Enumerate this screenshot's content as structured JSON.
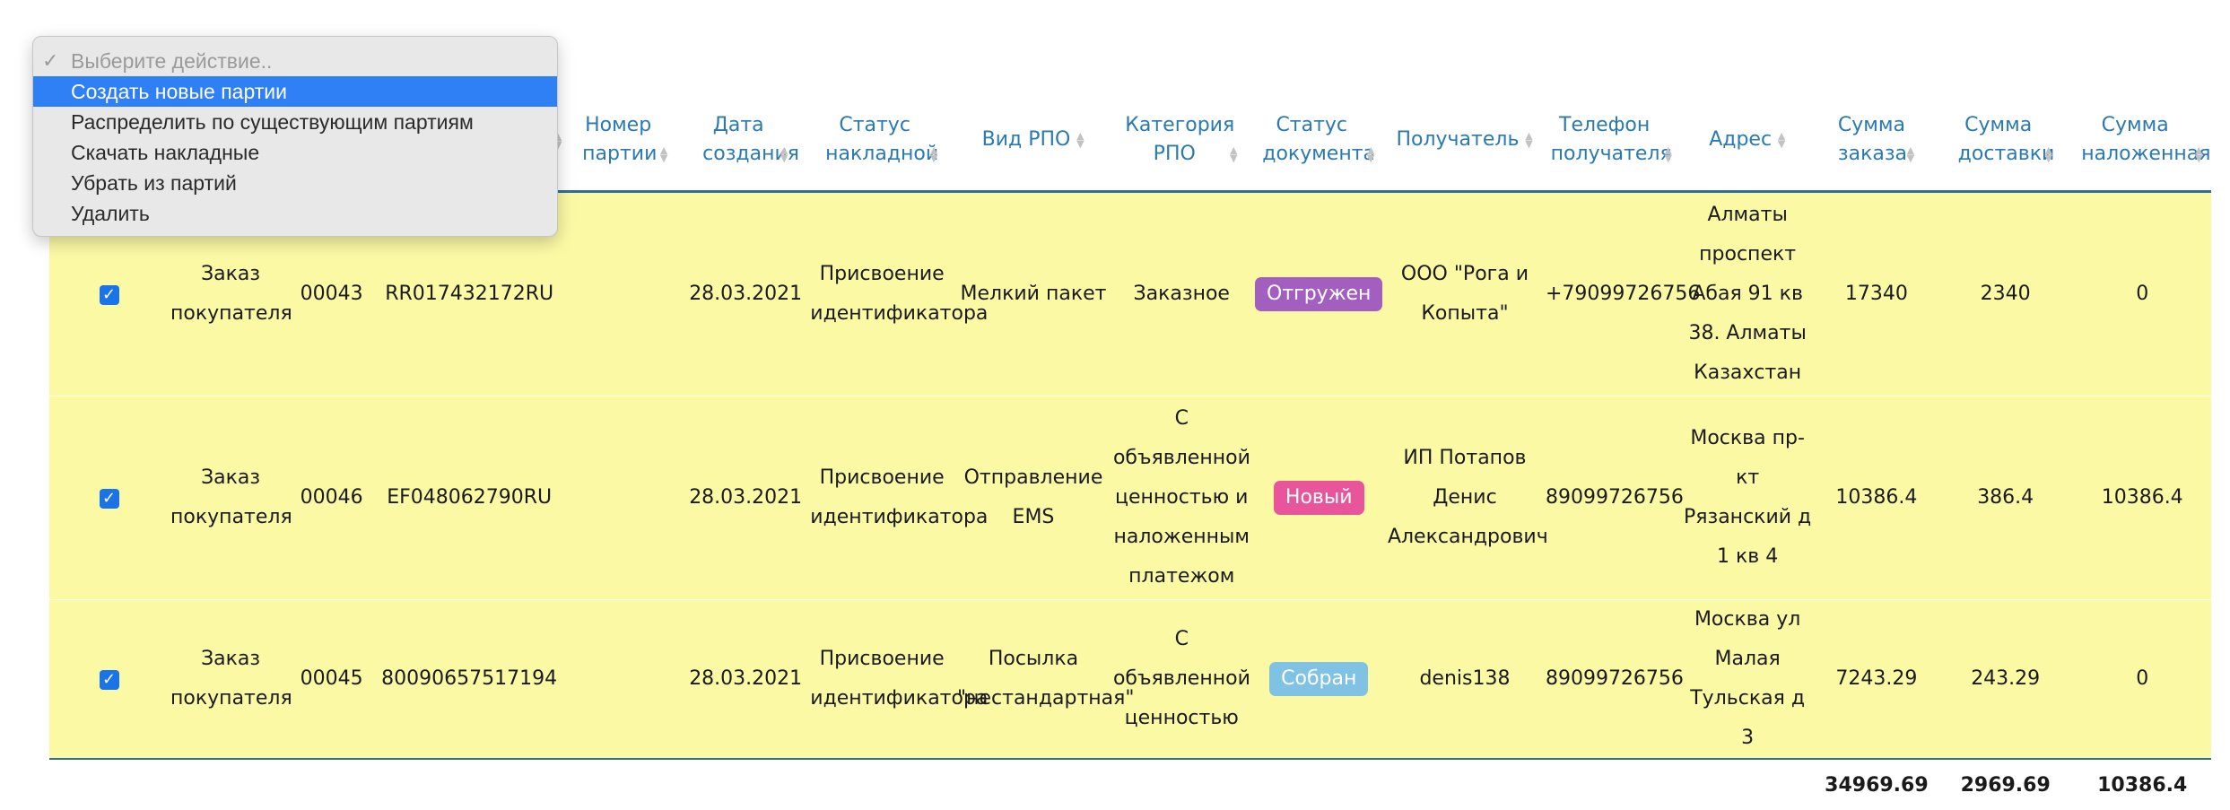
{
  "action_menu": {
    "placeholder": "Выберите действие..",
    "items": [
      {
        "label": "Создать новые партии",
        "selected": true
      },
      {
        "label": "Распределить по существующим партиям"
      },
      {
        "label": "Скачать накладные"
      },
      {
        "label": "Убрать из партий"
      },
      {
        "label": "Удалить"
      }
    ]
  },
  "table": {
    "headers": {
      "batch_number": "Номер партии",
      "created_date": "Дата создания",
      "waybill_status": "Статус накладной",
      "rpo_type": "Вид РПО",
      "rpo_category": "Категория РПО",
      "document_status": "Статус документа",
      "recipient": "Получатель",
      "recipient_phone": "Телефон получателя",
      "address": "Адрес",
      "order_sum": "Сумма заказа",
      "delivery_sum": "Сумма доставки",
      "cod_sum": "Сумма наложенная"
    },
    "rows": [
      {
        "checked": true,
        "doc_type": "Заказ покупателя",
        "number": "00043",
        "tracking": "RR017432172RU",
        "batch": "",
        "date": "28.03.2021",
        "waybill_status": "Присвоение идентификатора",
        "rpo_type": "Мелкий пакет",
        "rpo_category": "Заказное",
        "doc_status": "Отгружен",
        "doc_status_color": "#a35fbf",
        "recipient": "ООО \"Рога и Копыта\"",
        "phone": "+79099726756",
        "address": "Алматы проспект Абая 91 кв 38. Алматы Казахстан",
        "order_sum": "17340",
        "delivery_sum": "2340",
        "cod_sum": "0"
      },
      {
        "checked": true,
        "doc_type": "Заказ покупателя",
        "number": "00046",
        "tracking": "EF048062790RU",
        "batch": "",
        "date": "28.03.2021",
        "waybill_status": "Присвоение идентификатора",
        "rpo_type": "Отправление EMS",
        "rpo_category": "С объявленной ценностью и наложенным платежом",
        "doc_status": "Новый",
        "doc_status_color": "#e8559a",
        "recipient": "ИП Потапов Денис Александрович",
        "phone": "89099726756",
        "address": "Москва пр-кт Рязанский д 1 кв 4",
        "order_sum": "10386.4",
        "delivery_sum": "386.4",
        "cod_sum": "10386.4"
      },
      {
        "checked": true,
        "doc_type": "Заказ покупателя",
        "number": "00045",
        "tracking": "80090657517194",
        "batch": "",
        "date": "28.03.2021",
        "waybill_status": "Присвоение идентификатора",
        "rpo_type": "Посылка \"нестандартная\"",
        "rpo_category": "С объявленной ценностью",
        "doc_status": "Собран",
        "doc_status_color": "#7fc2e3",
        "recipient": "denis138",
        "phone": "89099726756",
        "address": "Москва ул Малая Тульская д 3",
        "order_sum": "7243.29",
        "delivery_sum": "243.29",
        "cod_sum": "0"
      }
    ],
    "totals": {
      "order_sum": "34969.69",
      "delivery_sum": "2969.69",
      "cod_sum": "10386.4"
    }
  },
  "icons": {
    "sort": "sort-arrows-icon",
    "checkbox": "checkbox-checked-icon",
    "check": "checkmark-icon"
  }
}
